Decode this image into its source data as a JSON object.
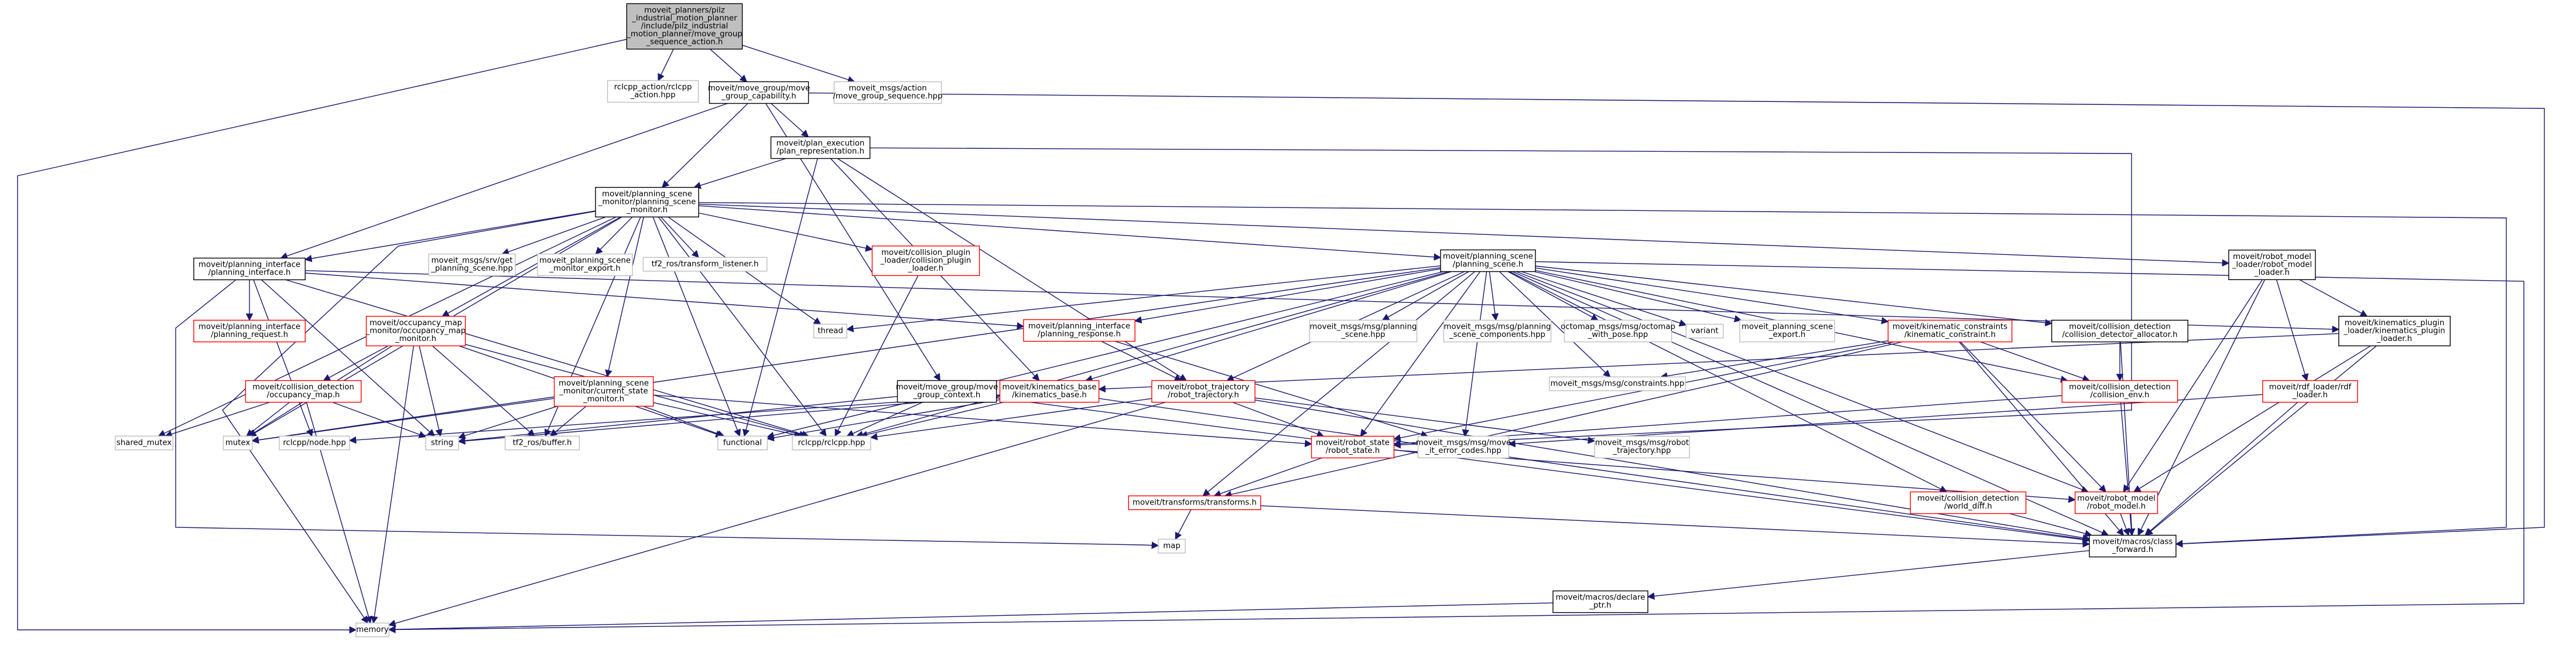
{
  "colors": {
    "edge": "#191970",
    "root_fill": "#bfbfbf",
    "root_stroke": "#000000",
    "documented_stroke": "#000000",
    "link_stroke": "#ff0000",
    "missing_stroke": "#bfbfbf",
    "text": "#000000"
  },
  "nodes": [
    {
      "id": "root",
      "kind": "root",
      "lines": [
        "moveit_planners/pilz",
        "_industrial_motion_planner",
        "/include/pilz_industrial",
        "_motion_planner/move_group",
        "_sequence_action.h"
      ]
    },
    {
      "id": "rclcpp_action",
      "kind": "missing",
      "lines": [
        "rclcpp_action/rclcpp",
        "_action.hpp"
      ]
    },
    {
      "id": "mg_capability",
      "kind": "documented",
      "lines": [
        "moveit/move_group/move",
        "_group_capability.h"
      ]
    },
    {
      "id": "mg_sequence_hpp",
      "kind": "missing",
      "lines": [
        "moveit_msgs/action",
        "/move_group_sequence.hpp"
      ]
    },
    {
      "id": "plan_execution",
      "kind": "documented",
      "lines": [
        "moveit/plan_execution",
        "/plan_representation.h"
      ]
    },
    {
      "id": "psm",
      "kind": "documented",
      "lines": [
        "moveit/planning_scene",
        "_monitor/planning_scene",
        "_monitor.h"
      ]
    },
    {
      "id": "pi",
      "kind": "documented",
      "lines": [
        "moveit/planning_interface",
        "/planning_interface.h"
      ]
    },
    {
      "id": "get_ps_srv",
      "kind": "missing",
      "lines": [
        "moveit_msgs/srv/get",
        "_planning_scene.hpp"
      ]
    },
    {
      "id": "psm_export",
      "kind": "missing",
      "lines": [
        "moveit_planning_scene",
        "_monitor_export.h"
      ]
    },
    {
      "id": "tf2_listener",
      "kind": "missing",
      "lines": [
        "tf2_ros/transform_listener.h"
      ]
    },
    {
      "id": "cc_plugin_loader",
      "kind": "link",
      "lines": [
        "moveit/collision_plugin",
        "_loader/collision_plugin",
        "_loader.h"
      ]
    },
    {
      "id": "ps",
      "kind": "documented",
      "lines": [
        "moveit/planning_scene",
        "/planning_scene.h"
      ]
    },
    {
      "id": "rml",
      "kind": "documented",
      "lines": [
        "moveit/robot_model",
        "_loader/robot_model",
        "_loader.h"
      ]
    },
    {
      "id": "pi_request",
      "kind": "link",
      "lines": [
        "moveit/planning_interface",
        "/planning_request.h"
      ]
    },
    {
      "id": "occ_map_monitor",
      "kind": "link",
      "lines": [
        "moveit/occupancy_map",
        "_monitor/occupancy_map",
        "_monitor.h"
      ]
    },
    {
      "id": "pi_response",
      "kind": "link",
      "lines": [
        "moveit/planning_interface",
        "/planning_response.h"
      ]
    },
    {
      "id": "thread",
      "kind": "missing",
      "lines": [
        "thread"
      ]
    },
    {
      "id": "ps_msg",
      "kind": "missing",
      "lines": [
        "moveit_msgs/msg/planning",
        "_scene.hpp"
      ]
    },
    {
      "id": "ps_components",
      "kind": "missing",
      "lines": [
        "moveit_msgs/msg/planning",
        "_scene_components.hpp"
      ]
    },
    {
      "id": "octomap_pose",
      "kind": "missing",
      "lines": [
        "octomap_msgs/msg/octomap",
        "_with_pose.hpp"
      ]
    },
    {
      "id": "variant",
      "kind": "missing",
      "lines": [
        "variant"
      ]
    },
    {
      "id": "ps_export",
      "kind": "missing",
      "lines": [
        "moveit_planning_scene",
        "_export.h"
      ]
    },
    {
      "id": "kinematic_constraint",
      "kind": "link",
      "lines": [
        "moveit/kinematic_constraints",
        "/kinematic_constraint.h"
      ]
    },
    {
      "id": "cd_allocator",
      "kind": "documented",
      "lines": [
        "moveit/collision_detection",
        "/collision_detector_allocator.h"
      ]
    },
    {
      "id": "kpl",
      "kind": "documented",
      "lines": [
        "moveit/kinematics_plugin",
        "_loader/kinematics_plugin",
        "_loader.h"
      ]
    },
    {
      "id": "constraints_msg",
      "kind": "missing",
      "lines": [
        "moveit_msgs/msg/constraints.hpp"
      ]
    },
    {
      "id": "occ_map",
      "kind": "link",
      "lines": [
        "moveit/collision_detection",
        "/occupancy_map.h"
      ]
    },
    {
      "id": "csm",
      "kind": "link",
      "lines": [
        "moveit/planning_scene",
        "_monitor/current_state",
        "_monitor.h"
      ]
    },
    {
      "id": "mg_context",
      "kind": "documented",
      "lines": [
        "moveit/move_group/move",
        "_group_context.h"
      ]
    },
    {
      "id": "kin_base",
      "kind": "link",
      "lines": [
        "moveit/kinematics_base",
        "/kinematics_base.h"
      ]
    },
    {
      "id": "robot_traj",
      "kind": "link",
      "lines": [
        "moveit/robot_trajectory",
        "/robot_trajectory.h"
      ]
    },
    {
      "id": "collision_env",
      "kind": "link",
      "lines": [
        "moveit/collision_detection",
        "/collision_env.h"
      ]
    },
    {
      "id": "srdf_loader",
      "kind": "link",
      "lines": [
        "moveit/rdf_loader/rdf",
        "_loader.h"
      ]
    },
    {
      "id": "shared_mutex",
      "kind": "missing",
      "lines": [
        "shared_mutex"
      ]
    },
    {
      "id": "mutex",
      "kind": "missing",
      "lines": [
        "mutex"
      ]
    },
    {
      "id": "node_hpp",
      "kind": "missing",
      "lines": [
        "rclcpp/node.hpp"
      ]
    },
    {
      "id": "string",
      "kind": "missing",
      "lines": [
        "string"
      ]
    },
    {
      "id": "tf2_buffer",
      "kind": "missing",
      "lines": [
        "tf2_ros/buffer.h"
      ]
    },
    {
      "id": "functional",
      "kind": "missing",
      "lines": [
        "functional"
      ]
    },
    {
      "id": "rclcpp_hpp",
      "kind": "missing",
      "lines": [
        "rclcpp/rclcpp.hpp"
      ]
    },
    {
      "id": "robot_state",
      "kind": "link",
      "lines": [
        "moveit/robot_state",
        "/robot_state.h"
      ]
    },
    {
      "id": "error_codes",
      "kind": "missing",
      "lines": [
        "moveit_msgs/msg/move",
        "_it_error_codes.hpp"
      ]
    },
    {
      "id": "robot_traj_msg",
      "kind": "missing",
      "lines": [
        "moveit_msgs/msg/robot",
        "_trajectory.hpp"
      ]
    },
    {
      "id": "transforms",
      "kind": "link",
      "lines": [
        "moveit/transforms/transforms.h"
      ]
    },
    {
      "id": "world_diff",
      "kind": "link",
      "lines": [
        "moveit/collision_detection",
        "/world_diff.h"
      ]
    },
    {
      "id": "robot_model",
      "kind": "link",
      "lines": [
        "moveit/robot_model",
        "/robot_model.h"
      ]
    },
    {
      "id": "map",
      "kind": "missing",
      "lines": [
        "map"
      ]
    },
    {
      "id": "class_forward",
      "kind": "documented",
      "lines": [
        "moveit/macros/class",
        "_forward.h"
      ]
    },
    {
      "id": "declare_ptr",
      "kind": "documented",
      "lines": [
        "moveit/macros/declare",
        "_ptr.h"
      ]
    },
    {
      "id": "memory",
      "kind": "missing",
      "lines": [
        "memory"
      ]
    }
  ]
}
